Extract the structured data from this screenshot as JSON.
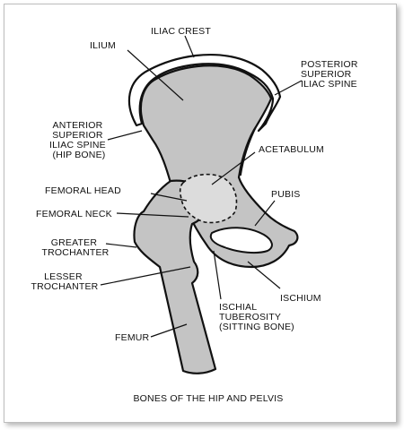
{
  "caption": "BONES OF THE HIP AND PELVIS",
  "labels": {
    "iliac_crest": [
      "ILIAC CREST"
    ],
    "ilium": [
      "ILIUM"
    ],
    "posterior_superior_iliac_spine": [
      "POSTERIOR",
      "SUPERIOR",
      "ILIAC SPINE"
    ],
    "anterior_superior_iliac_spine": [
      "ANTERIOR",
      "SUPERIOR",
      "ILIAC SPINE",
      "(HIP BONE)"
    ],
    "acetabulum": [
      "ACETABULUM"
    ],
    "femoral_head": [
      "FEMORAL HEAD"
    ],
    "femoral_neck": [
      "FEMORAL NECK"
    ],
    "pubis": [
      "PUBIS"
    ],
    "greater_trochanter": [
      "GREATER",
      "TROCHANTER"
    ],
    "lesser_trochanter": [
      "LESSER",
      "TROCHANTER"
    ],
    "ischium": [
      "ISCHIUM"
    ],
    "ischial_tuberosity": [
      "ISCHIAL",
      "TUBEROSITY",
      "(SITTING BONE)"
    ],
    "femur": [
      "FEMUR"
    ]
  },
  "colors": {
    "bone_fill": "#c4c4c4",
    "acetabulum_fill": "#dcdcdc",
    "outline": "#111111",
    "frame_border": "#bdbdbd"
  }
}
